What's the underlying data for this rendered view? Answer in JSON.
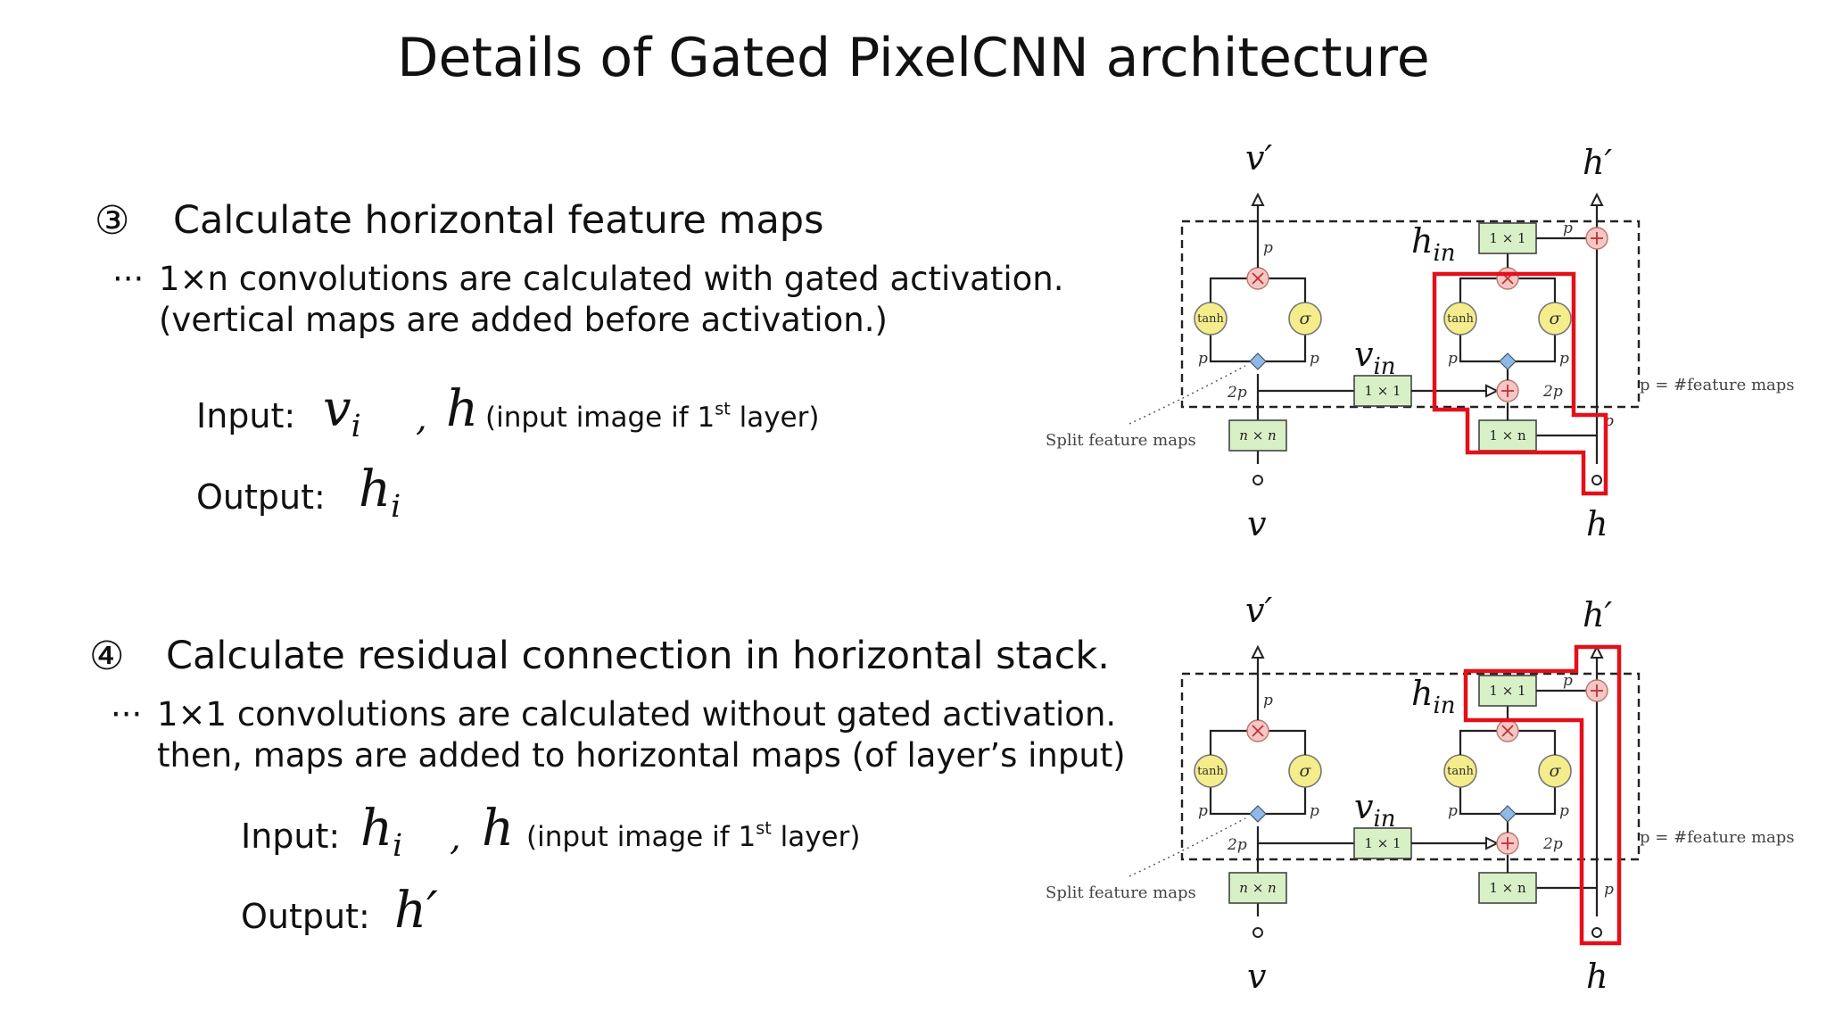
{
  "title": "Details of Gated PixelCNN architecture",
  "steps": [
    {
      "number": "③",
      "heading": "Calculate horizontal feature maps",
      "desc_prefix": "···",
      "desc_lines": [
        "1×n convolutions are calculated with gated activation.",
        "(vertical maps are added before activation.)"
      ],
      "input_label": "Input:",
      "input_a": "v",
      "input_a_sub": "i",
      "comma": ",",
      "input_b": "h",
      "input_note_pre": "(input image if 1",
      "input_note_sup": "st",
      "input_note_post": " layer)",
      "output_label": "Output:",
      "output": "h",
      "output_sub": "i"
    },
    {
      "number": "④",
      "heading": "Calculate residual connection in horizontal stack.",
      "desc_prefix": "···",
      "desc_lines": [
        "1×1 convolutions are calculated without gated activation.",
        "then, maps are added to horizontal maps (of layer’s input)"
      ],
      "input_label": "Input:",
      "input_a": "h",
      "input_a_sub": "i",
      "comma": ",",
      "input_b": "h",
      "input_note_pre": "(input image if 1",
      "input_note_sup": "st",
      "input_note_post": " layer)",
      "output_label": "Output:",
      "output": "h′",
      "output_sub": ""
    }
  ],
  "diagram": {
    "v_out": "v′",
    "h_out": "h′",
    "v_in": "v",
    "h_in": "h",
    "h_in_label": "h",
    "h_in_sub": "in",
    "v_in_label": "v",
    "v_in_sub": "in",
    "conv_1x1": "1 × 1",
    "conv_nxn": "n × n",
    "conv_1xn": "1 × n",
    "tanh": "tanh",
    "sigma": "σ",
    "p": "p",
    "two_p": "2p",
    "split_label": "Split feature maps",
    "legend": "p = #feature maps"
  },
  "colors": {
    "highlight": "#e3101a",
    "conv_box": "#d8f0c6",
    "activation": "#f5ec8c",
    "operator": "#f6c6c6",
    "split": "#8fb9e6"
  }
}
